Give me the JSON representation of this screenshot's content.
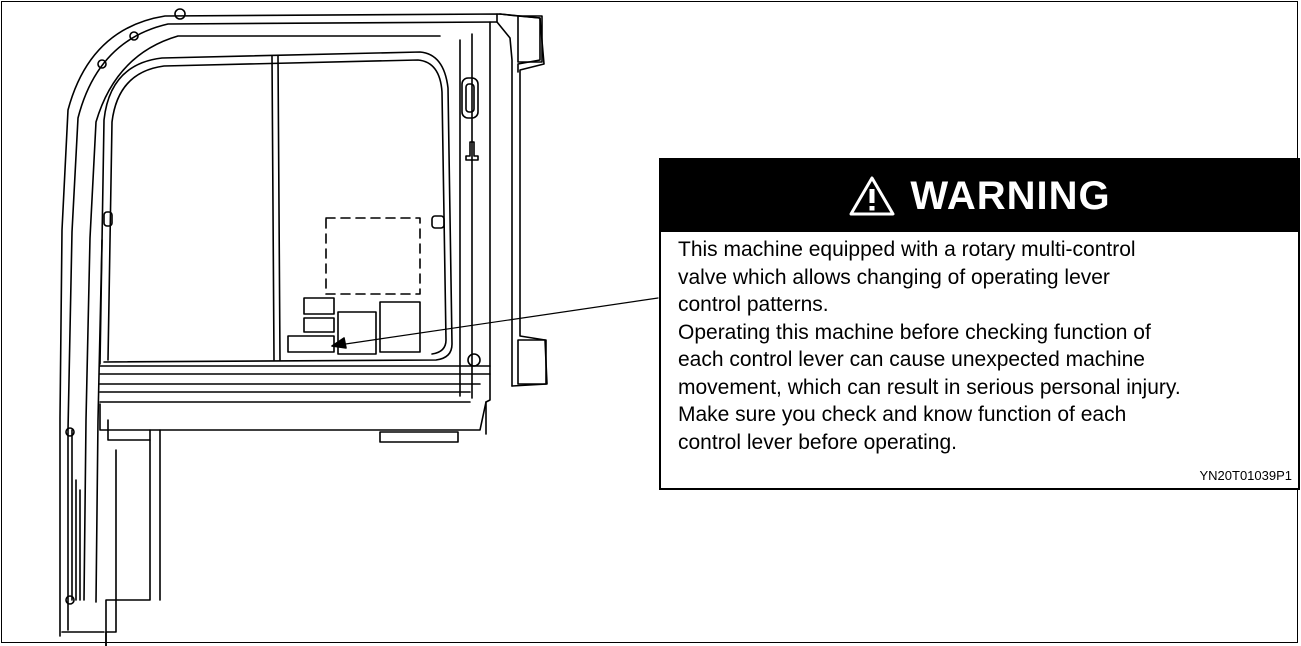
{
  "warning_label": {
    "title": "WARNING",
    "lines": [
      "This machine equipped with a rotary multi-control",
      "valve which allows changing of operating lever",
      "control patterns.",
      "Operating this machine before checking function of",
      "each control lever can cause unexpected machine",
      "movement, which can result in serious personal injury.",
      "Make sure you check and know function of each",
      "control lever before operating."
    ],
    "code": "YN20T01039P1",
    "icon": "warning-triangle-icon"
  },
  "colors": {
    "ink": "#000000",
    "paper": "#ffffff"
  }
}
